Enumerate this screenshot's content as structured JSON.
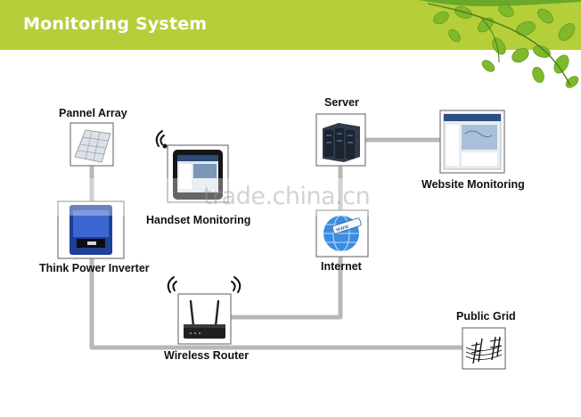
{
  "header": {
    "title": "Monitoring System",
    "bar_color": "#b4cf3a"
  },
  "watermark": "trade.china.cn",
  "nodes": {
    "panel_array": {
      "label": "Pannel Array",
      "icon": "solar-panel-icon"
    },
    "inverter": {
      "label": "Think Power Inverter",
      "icon": "inverter-icon"
    },
    "handset": {
      "label": "Handset Monitoring",
      "icon": "tablet-icon"
    },
    "server": {
      "label": "Server",
      "icon": "server-rack-icon"
    },
    "website": {
      "label": "Website Monitoring",
      "icon": "web-page-icon"
    },
    "internet": {
      "label": "Internet",
      "icon": "globe-icon"
    },
    "router": {
      "label": "Wireless Router",
      "icon": "router-icon"
    },
    "grid": {
      "label": "Public Grid",
      "icon": "power-lines-icon"
    }
  },
  "colors": {
    "connector": "#b8b8b8",
    "leaf": "#7fb82a"
  }
}
